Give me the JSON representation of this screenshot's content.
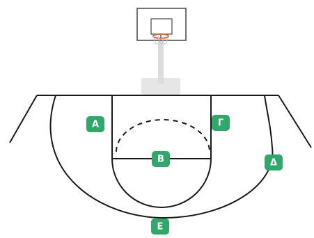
{
  "diagram": {
    "colors": {
      "marker_fill": "#2fa86a",
      "marker_text": "#ffffff",
      "lines": "#1a1a1a",
      "backboard_fill": "#ffffff",
      "backboard_border": "#444444",
      "rim": "#e0643a",
      "pole": "#dcdcdc",
      "base": "#e6e6e6"
    },
    "markers": [
      {
        "id": "A",
        "label": "A"
      },
      {
        "id": "B",
        "label": "B"
      },
      {
        "id": "G",
        "label": "Γ"
      },
      {
        "id": "D",
        "label": "Δ"
      },
      {
        "id": "E",
        "label": "E"
      }
    ]
  }
}
